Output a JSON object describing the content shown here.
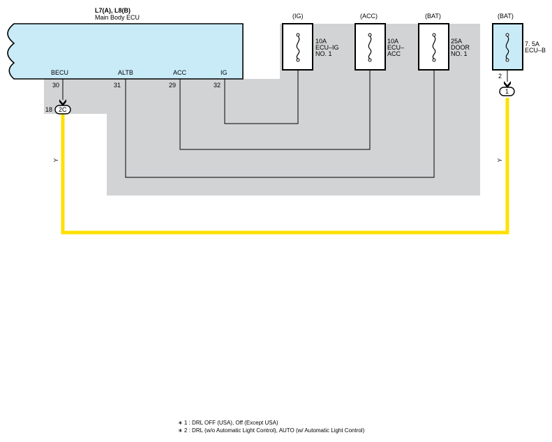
{
  "ecu": {
    "title": "L7(A), L8(B)",
    "subtitle": "Main Body ECU",
    "terminals": [
      {
        "name": "BECU",
        "pin": "30"
      },
      {
        "name": "ALTB",
        "pin": "31"
      },
      {
        "name": "ACC",
        "pin": "29"
      },
      {
        "name": "IG",
        "pin": "32"
      }
    ]
  },
  "connector_ecu": {
    "pin": "18",
    "label": "2C"
  },
  "connector_right": {
    "pin": "2",
    "label": "1"
  },
  "fuses": [
    {
      "source": "(IG)",
      "amps": "10A",
      "line1": "ECU–IG",
      "line2": "NO. 1"
    },
    {
      "source": "(ACC)",
      "amps": "10A",
      "line1": "ECU–",
      "line2": "ACC"
    },
    {
      "source": "(BAT)",
      "amps": "25A",
      "line1": "DOOR",
      "line2": "NO. 1"
    },
    {
      "source": "(BAT)",
      "amps": "7. 5A",
      "line1": "ECU–B",
      "line2": ""
    }
  ],
  "wire_colors": {
    "left": "Y",
    "right": "Y"
  },
  "colors": {
    "ecu_fill": "#c9ebf8",
    "shade": "#d2d3d5",
    "wire_yellow": "#ffe000"
  },
  "notes": [
    "∗ 1 : DRL OFF (USA),  Off (Except USA)",
    "∗ 2 : DRL (w/o Automatic Light Control),  AUTO (w/ Automatic Light Control)"
  ]
}
